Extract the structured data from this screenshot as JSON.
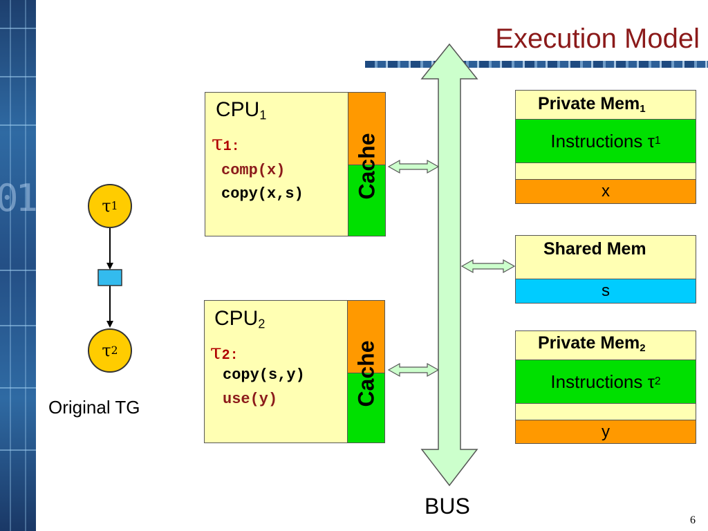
{
  "slide": {
    "title": "Execution Model",
    "page_number": "6"
  },
  "task_graph": {
    "nodes": [
      {
        "symbol": "τ",
        "index": "1"
      },
      {
        "symbol": "τ",
        "index": "2"
      }
    ],
    "label": "Original TG"
  },
  "cpus": [
    {
      "label": "CPU",
      "index": "1",
      "task_symbol": "τ",
      "task_index": "1",
      "task_suffix": ":",
      "code_lines": [
        "comp(x)",
        "copy(x,s)"
      ],
      "cache_label": "Cache"
    },
    {
      "label": "CPU",
      "index": "2",
      "task_symbol": "τ",
      "task_index": "2",
      "task_suffix": ":",
      "code_lines": [
        "copy(s,y)",
        "use(y)"
      ],
      "cache_label": "Cache"
    }
  ],
  "memories": {
    "private1": {
      "title": "Private Mem",
      "index": "1",
      "instructions": "Instructions τ",
      "instr_index": "1",
      "var": "x"
    },
    "shared": {
      "title": "Shared Mem",
      "var": "s"
    },
    "private2": {
      "title": "Private Mem",
      "index": "2",
      "instructions": "Instructions τ",
      "instr_index": "2",
      "var": "y"
    }
  },
  "bus": {
    "label": "BUS"
  },
  "colors": {
    "title": "#8b1a1a",
    "cpu_fill": "#ffffb3",
    "cache_top": "#ff9900",
    "cache_bottom": "#00e000",
    "instructions_fill": "#00e000",
    "private_var_fill": "#ff9900",
    "shared_var_fill": "#00ccff",
    "node_fill": "#ffcc00",
    "channel_fill": "#33bbee",
    "bus_fill": "#ccffcc"
  }
}
